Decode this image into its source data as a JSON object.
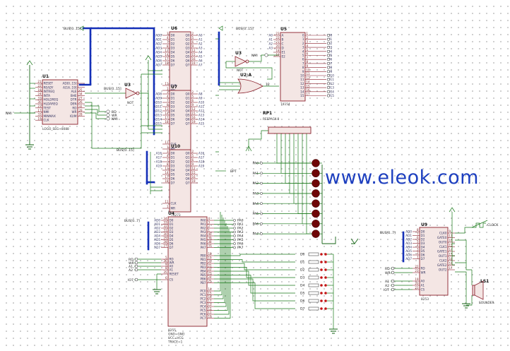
{
  "watermark": "www.eleok.com",
  "colors": {
    "wire": "#1b7a1b",
    "bus": "#1530b8",
    "component_outline": "#8a1f2b",
    "component_fill": "#f4e6e4",
    "led": "#6e0606",
    "watermark": "#1d3fbf"
  },
  "nets": {
    "bus_top": "BUS[0..15]",
    "bus_u5": "BUS[0..15]",
    "bus_u1": "BUS[0..15]",
    "bus_u10": "BUS[0..15]",
    "bus_u4": "BUS[0..7]",
    "bus_u9": "BUS[0..7]",
    "nmi": "NMI",
    "nmi_u3": "NMI",
    "bpt": "BPT",
    "u1_rd": "RD",
    "u1_wr": "WR",
    "u1_nmi": "NMI",
    "u4_rd": "RD",
    "u4_wr": "WR",
    "u4_a1": "A1",
    "u4_a2": "A2",
    "u4_io": "IO7",
    "u9_rd": "RD",
    "u9_wr": "WR",
    "u9_a1": "A1",
    "u9_a2": "A2",
    "u9_io": "IO7"
  },
  "u1": {
    "ref": "U1",
    "caption": "LOGO_SEG+8088",
    "left": [
      "RESET",
      "READY",
      "INTREQ",
      "INTA",
      "HOLDREQ",
      "HLDAREQ",
      "TEST",
      "NMI",
      "MINMAX",
      "CLK"
    ],
    "left_no": [
      "21",
      "22",
      "18",
      "24",
      "31",
      "30",
      "23",
      "17",
      "33",
      "19"
    ],
    "right": [
      "AD[0..15]",
      "A[16..19]",
      "ALE",
      "BHE",
      "DTR",
      "DEN",
      "RD",
      "WR",
      "IO/M"
    ],
    "right_no": [
      "",
      "",
      "25",
      "34",
      "27",
      "26",
      "32",
      "29",
      "28"
    ]
  },
  "u3": {
    "ref": "U3",
    "caption": "NOT"
  },
  "u3b": {
    "ref": "U3",
    "caption": "NOT"
  },
  "u2": {
    "ref": "U2:A",
    "caption": "OR"
  },
  "latch_u6": {
    "ref": "U6",
    "caption": "74273",
    "in": [
      "AD0",
      "AD1",
      "AD2",
      "AD3",
      "AD4",
      "AD5",
      "AD6",
      "AD7"
    ],
    "in_pins": [
      "D0",
      "D1",
      "D2",
      "D3",
      "D4",
      "D5",
      "D6",
      "D7"
    ],
    "in_no": [
      "3",
      "4",
      "7",
      "8",
      "13",
      "14",
      "17",
      "18"
    ],
    "out_pins": [
      "Q0",
      "Q1",
      "Q2",
      "Q3",
      "Q4",
      "Q5",
      "Q6",
      "Q7"
    ],
    "out_no": [
      "2",
      "5",
      "6",
      "9",
      "12",
      "15",
      "16",
      "19"
    ],
    "out": [
      "A0",
      "A1",
      "A2",
      "A3",
      "A4",
      "A5",
      "A6",
      "A7"
    ],
    "clk": "CLK",
    "mr": "MR",
    "clk_no": "11",
    "mr_no": "1"
  },
  "latch_u7": {
    "ref": "U7",
    "caption": "74273",
    "in": [
      "AD8",
      "AD9",
      "AD10",
      "AD11",
      "AD12",
      "AD13",
      "AD14",
      "AD15"
    ],
    "in_pins": [
      "D0",
      "D1",
      "D2",
      "D3",
      "D4",
      "D5",
      "D6",
      "D7"
    ],
    "in_no": [
      "3",
      "4",
      "7",
      "8",
      "13",
      "14",
      "17",
      "18"
    ],
    "out_pins": [
      "Q0",
      "Q1",
      "Q2",
      "Q3",
      "Q4",
      "Q5",
      "Q6",
      "Q7"
    ],
    "out_no": [
      "2",
      "5",
      "6",
      "9",
      "12",
      "15",
      "16",
      "19"
    ],
    "out": [
      "A8",
      "A9",
      "A10",
      "A11",
      "A12",
      "A13",
      "A14",
      "A15"
    ],
    "clk": "CLK",
    "mr": "MR",
    "clk_no": "11",
    "mr_no": "1"
  },
  "latch_u10": {
    "ref": "U10",
    "caption": "74273",
    "in": [
      "A16",
      "A17",
      "A18",
      "A19",
      "",
      "",
      "",
      ""
    ],
    "in_pins": [
      "D0",
      "D1",
      "D2",
      "D3",
      "D4",
      "D5",
      "D6",
      "D7"
    ],
    "in_no": [
      "3",
      "4",
      "7",
      "8",
      "13",
      "14",
      "17",
      "18"
    ],
    "out_pins": [
      "Q0",
      "Q1",
      "Q2",
      "Q3",
      "Q4",
      "Q5",
      "Q6",
      "Q7"
    ],
    "out_no": [
      "2",
      "5",
      "6",
      "9",
      "12",
      "15",
      "16",
      "19"
    ],
    "out": [
      "A16",
      "A17",
      "A18",
      "A19",
      "",
      "",
      "",
      ""
    ],
    "clk": "CLK",
    "mr": "MR",
    "clk_no": "11",
    "mr_no": "1"
  },
  "u5": {
    "ref": "U5",
    "caption": "74154",
    "left": [
      "A",
      "B",
      "C",
      "D",
      "E1",
      "E2"
    ],
    "left_net": [
      "A0",
      "A1",
      "A2",
      "A3",
      "",
      ""
    ],
    "left_no": [
      "23",
      "22",
      "21",
      "20",
      "18",
      "19"
    ],
    "right": [
      "0",
      "1",
      "2",
      "3",
      "4",
      "5",
      "6",
      "7",
      "8",
      "9",
      "10",
      "11",
      "12",
      "13",
      "14",
      "15"
    ],
    "right_no": [
      "1",
      "2",
      "3",
      "4",
      "5",
      "6",
      "7",
      "8",
      "9",
      "10",
      "11",
      "13",
      "14",
      "15",
      "16",
      "17"
    ],
    "outputs": [
      "IO0",
      "IO1",
      "IO2",
      "IO3",
      "IO4",
      "IO5",
      "IO6",
      "IO7",
      "IO8",
      "IO9",
      "IO10",
      "IO11",
      "IO12",
      "IO13",
      "IO14",
      "IO15"
    ]
  },
  "rp1": {
    "ref": "RP1",
    "caption": "RESPACK-8"
  },
  "leds": {
    "labels": [
      "PA0",
      "PA1",
      "PA2",
      "PA3",
      "PA4",
      "PA5",
      "PA6",
      "PA7"
    ]
  },
  "switches": {
    "labels": [
      "D0",
      "D1",
      "D2",
      "D3",
      "D4",
      "D5",
      "D6",
      "D7"
    ]
  },
  "u4": {
    "ref": "U4",
    "caption_lines": [
      "8255",
      "GND=GND",
      "VCC=VCC",
      "TRACE=1"
    ],
    "left_top": [
      "D0",
      "D1",
      "D2",
      "D3",
      "D4",
      "D5",
      "D6",
      "D7"
    ],
    "left_top_net": [
      "AD0",
      "AD1",
      "AD2",
      "AD3",
      "AD4",
      "AD5",
      "AD6",
      "AD7"
    ],
    "left_top_no": [
      "34",
      "33",
      "32",
      "31",
      "30",
      "29",
      "28",
      "27"
    ],
    "left_bottom": [
      "RD",
      "WR",
      "A0",
      "A1",
      "RESET",
      "CS"
    ],
    "left_bottom_no": [
      "5",
      "36",
      "9",
      "8",
      "35",
      "6"
    ],
    "right_a": [
      "PA0",
      "PA1",
      "PA2",
      "PA3",
      "PA4",
      "PA5",
      "PA6",
      "PA7"
    ],
    "right_a_no": [
      "4",
      "3",
      "2",
      "1",
      "40",
      "39",
      "38",
      "37"
    ],
    "right_b": [
      "PB0",
      "PB1",
      "PB2",
      "PB3",
      "PB4",
      "PB5",
      "PB6",
      "PB7"
    ],
    "right_b_no": [
      "18",
      "19",
      "20",
      "21",
      "22",
      "23",
      "24",
      "25"
    ],
    "right_c": [
      "PC0",
      "PC1",
      "PC2",
      "PC3",
      "PC4",
      "PC5",
      "PC6",
      "PC7"
    ],
    "right_c_no": [
      "14",
      "15",
      "16",
      "17",
      "13",
      "12",
      "11",
      "10"
    ],
    "pa_nets": [
      "PA0",
      "PA1",
      "PA2",
      "PA3",
      "PA4",
      "PA5",
      "PA6",
      "PA7"
    ]
  },
  "u9": {
    "ref": "U9",
    "caption": "8253",
    "left_top": [
      "D0",
      "D1",
      "D2",
      "D3",
      "D4",
      "D5",
      "D6",
      "D7"
    ],
    "left_top_net": [
      "AD0",
      "AD1",
      "AD2",
      "AD3",
      "AD4",
      "AD5",
      "AD6",
      "AD7"
    ],
    "left_top_no": [
      "8",
      "7",
      "6",
      "5",
      "4",
      "3",
      "2",
      "1"
    ],
    "left_bottom": [
      "RD",
      "WR",
      "A0",
      "A1",
      "CS"
    ],
    "left_bottom_no": [
      "22",
      "23",
      "19",
      "20",
      "21"
    ],
    "right": [
      "CLK0",
      "GATE0",
      "OUT0",
      "CLK1",
      "GATE1",
      "OUT1",
      "CLK2",
      "GATE2",
      "OUT2"
    ],
    "right_no": [
      "9",
      "11",
      "10",
      "15",
      "14",
      "13",
      "18",
      "16",
      "17"
    ]
  },
  "clock": {
    "label": "CLOCK"
  },
  "ls1": {
    "ref": "LS1",
    "caption": "SOUNDER"
  }
}
